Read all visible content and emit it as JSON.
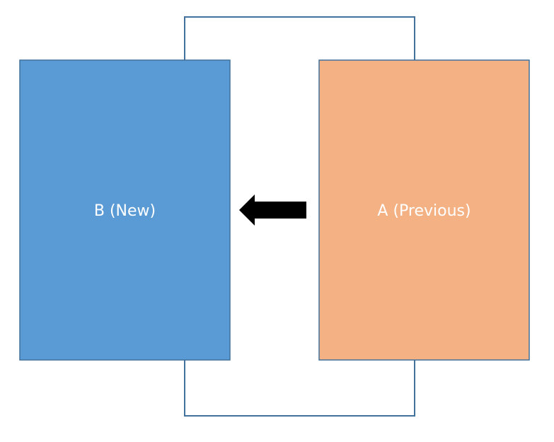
{
  "diagram": {
    "box_b": {
      "label": "B (New)",
      "fill": "#5B9BD5",
      "stroke": "#41719C"
    },
    "box_a": {
      "label": "A (Previous)",
      "fill": "#F4B183",
      "stroke": "#41719C"
    },
    "connector": {
      "stroke": "#41719C"
    },
    "arrow": {
      "direction": "left",
      "fill": "#000000"
    }
  }
}
